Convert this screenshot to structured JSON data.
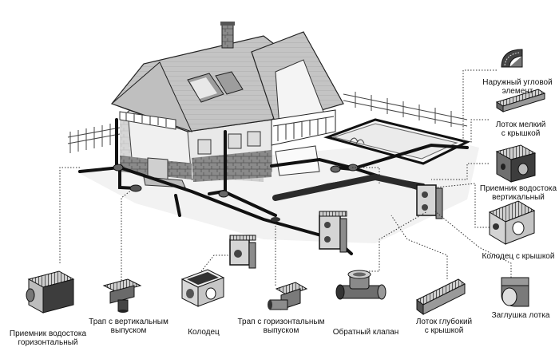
{
  "components": [
    {
      "id": "outer-corner",
      "line1": "Наружный угловой",
      "line2": "элемент"
    },
    {
      "id": "shallow-tray",
      "line1": "Лоток мелкий",
      "line2": "с крышкой"
    },
    {
      "id": "inlet-vertical",
      "line1": "Приемник водостока",
      "line2": "вертикальный"
    },
    {
      "id": "well-with-cover",
      "line1": "Колодец с крышкой",
      "line2": ""
    },
    {
      "id": "tray-end-cap",
      "line1": "Заглушка лотка",
      "line2": ""
    },
    {
      "id": "deep-tray",
      "line1": "Лоток глубокий",
      "line2": "с крышкой"
    },
    {
      "id": "check-valve",
      "line1": "Обратный клапан",
      "line2": ""
    },
    {
      "id": "trap-horizontal",
      "line1": "Трап с горизонтальным",
      "line2": "выпуском"
    },
    {
      "id": "well",
      "line1": "Колодец",
      "line2": ""
    },
    {
      "id": "trap-vertical",
      "line1": "Трап с вертикальным",
      "line2": "выпуском"
    },
    {
      "id": "inlet-horizontal",
      "line1": "Приемник водостока",
      "line2": "горизонтальный"
    }
  ],
  "colors": {
    "ink": "#1a1a1a",
    "roof": "#bdbdbd",
    "wall": "#e6e6e6",
    "stone": "#7d7d7d",
    "ground": "#f0f0f0",
    "pool": "#efefef"
  }
}
